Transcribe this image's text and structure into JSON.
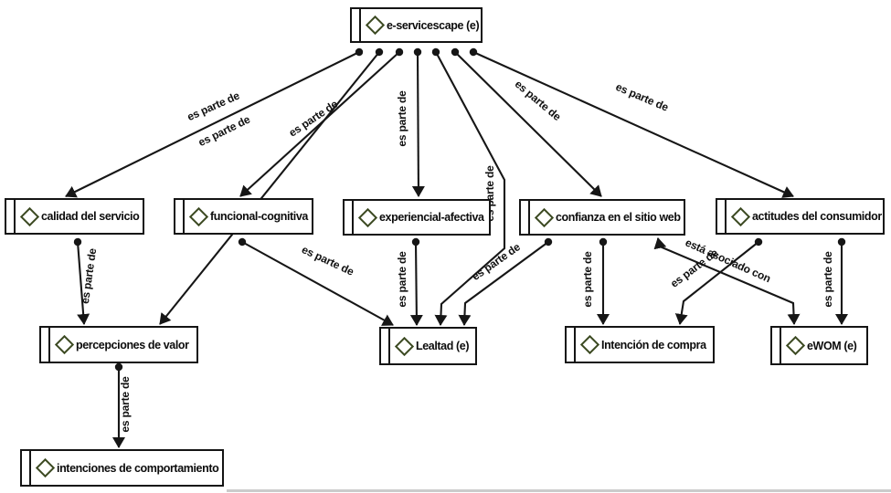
{
  "diagram": {
    "type": "concept-map",
    "language": "es",
    "colors": {
      "background": "#ffffff",
      "line": "#161616",
      "box_border": "#141414",
      "diamond_outline": "#3c4a22",
      "bottom_divider": "#cbcbcb"
    },
    "nodes": [
      {
        "id": "e-servicescape",
        "icon": "diamond-icon",
        "label": "e-servicescape (e)"
      },
      {
        "id": "calidad-del-servicio",
        "icon": "diamond-icon",
        "label": "calidad del servicio"
      },
      {
        "id": "funcional-cognitiva",
        "icon": "diamond-icon",
        "label": "funcional-cognitiva"
      },
      {
        "id": "experiencial-afectiva",
        "icon": "diamond-icon",
        "label": "experiencial-afectiva"
      },
      {
        "id": "confianza-en-el-sitio-web",
        "icon": "diamond-icon",
        "label": "confianza en el sitio web"
      },
      {
        "id": "actitudes-del-consumidor",
        "icon": "diamond-icon",
        "label": "actitudes del consumidor"
      },
      {
        "id": "percepciones-de-valor",
        "icon": "diamond-icon",
        "label": "percepciones de valor"
      },
      {
        "id": "lealtad-e",
        "icon": "diamond-icon",
        "label": "Lealtad (e)"
      },
      {
        "id": "intencion-de-compra",
        "icon": "diamond-icon",
        "label": "Intención de compra"
      },
      {
        "id": "ewom-e",
        "icon": "diamond-icon",
        "label": "eWOM (e)"
      },
      {
        "id": "intenciones-de-comportamiento",
        "icon": "diamond-icon",
        "label": "intenciones de comportamiento"
      }
    ],
    "edges": [
      {
        "from": "e-servicescape (e)",
        "to": "calidad del servicio",
        "label": "es parte de",
        "direction": "one-way"
      },
      {
        "from": "e-servicescape (e)",
        "to": "percepciones de valor",
        "label": "es parte de",
        "direction": "one-way"
      },
      {
        "from": "e-servicescape (e)",
        "to": "funcional-cognitiva",
        "label": "es parte de",
        "direction": "one-way"
      },
      {
        "from": "e-servicescape (e)",
        "to": "experiencial-afectiva",
        "label": "es parte de",
        "direction": "one-way"
      },
      {
        "from": "e-servicescape (e)",
        "to": "Lealtad (e)",
        "label": "es parte de",
        "direction": "one-way"
      },
      {
        "from": "e-servicescape (e)",
        "to": "confianza en el sitio web",
        "label": "es parte de",
        "direction": "one-way"
      },
      {
        "from": "e-servicescape (e)",
        "to": "actitudes del consumidor",
        "label": "es parte de",
        "direction": "one-way"
      },
      {
        "from": "calidad del servicio",
        "to": "percepciones de valor",
        "label": "es parte de",
        "direction": "one-way"
      },
      {
        "from": "funcional-cognitiva",
        "to": "Lealtad (e)",
        "label": "es parte de",
        "direction": "one-way"
      },
      {
        "from": "experiencial-afectiva",
        "to": "Lealtad (e)",
        "label": "es parte de",
        "direction": "one-way"
      },
      {
        "from": "confianza en el sitio web",
        "to": "Lealtad (e)",
        "label": "es parte de",
        "direction": "one-way"
      },
      {
        "from": "confianza en el sitio web",
        "to": "Intención de compra",
        "label": "es parte de",
        "direction": "one-way"
      },
      {
        "from": "confianza en el sitio web",
        "to": "eWOM (e)",
        "label": "está asociado con",
        "direction": "two-way"
      },
      {
        "from": "actitudes del consumidor",
        "to": "Intención de compra",
        "label": "es parte de",
        "direction": "one-way"
      },
      {
        "from": "actitudes del consumidor",
        "to": "eWOM (e)",
        "label": "es parte de",
        "direction": "one-way"
      },
      {
        "from": "percepciones de valor",
        "to": "intenciones de comportamiento",
        "label": "es parte de",
        "direction": "one-way"
      }
    ]
  }
}
